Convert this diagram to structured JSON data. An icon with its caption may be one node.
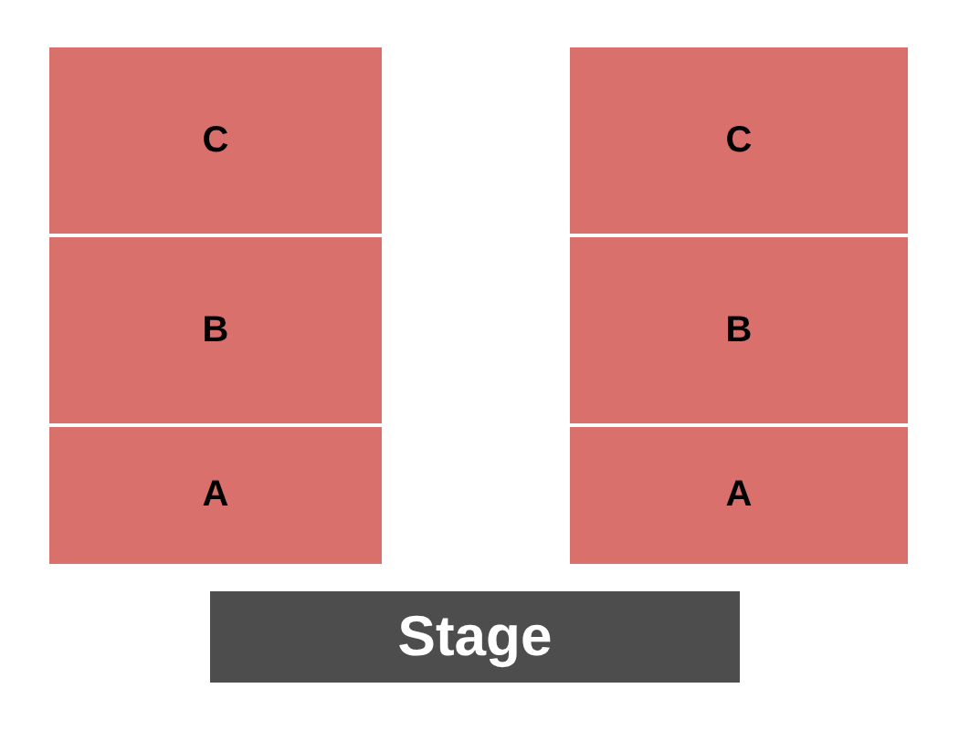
{
  "diagram": {
    "nodes": [
      {
        "text": [
          "C"
        ]
      },
      {
        "text": [
          "C"
        ]
      },
      {
        "text": [
          "B"
        ]
      },
      {
        "text": [
          "B"
        ]
      },
      {
        "text": [
          "A"
        ]
      },
      {
        "text": [
          "A"
        ]
      },
      {
        "text": [
          "Stage"
        ]
      }
    ]
  }
}
